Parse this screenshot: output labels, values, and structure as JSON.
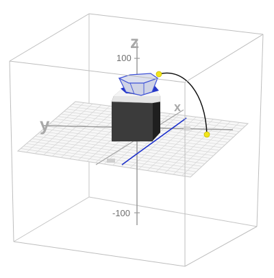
{
  "axes": {
    "z_label": "z",
    "y_label": "y",
    "x_label": "x",
    "z_max_label": "100",
    "z_min_label": "-100"
  },
  "colors": {
    "frame": "#bdbdbd",
    "grid": "#cfcfcf",
    "axis": "#9a9a9a",
    "accent_blue": "#1a2ecc",
    "box_front": "#3d3d3d",
    "box_side": "#1f1f1f",
    "box_top": "#e6e6e6",
    "handle": "#f2e51c",
    "curve": "#111111"
  },
  "objects": [
    "block",
    "funnel",
    "curve",
    "handle-points",
    "blue-line"
  ]
}
